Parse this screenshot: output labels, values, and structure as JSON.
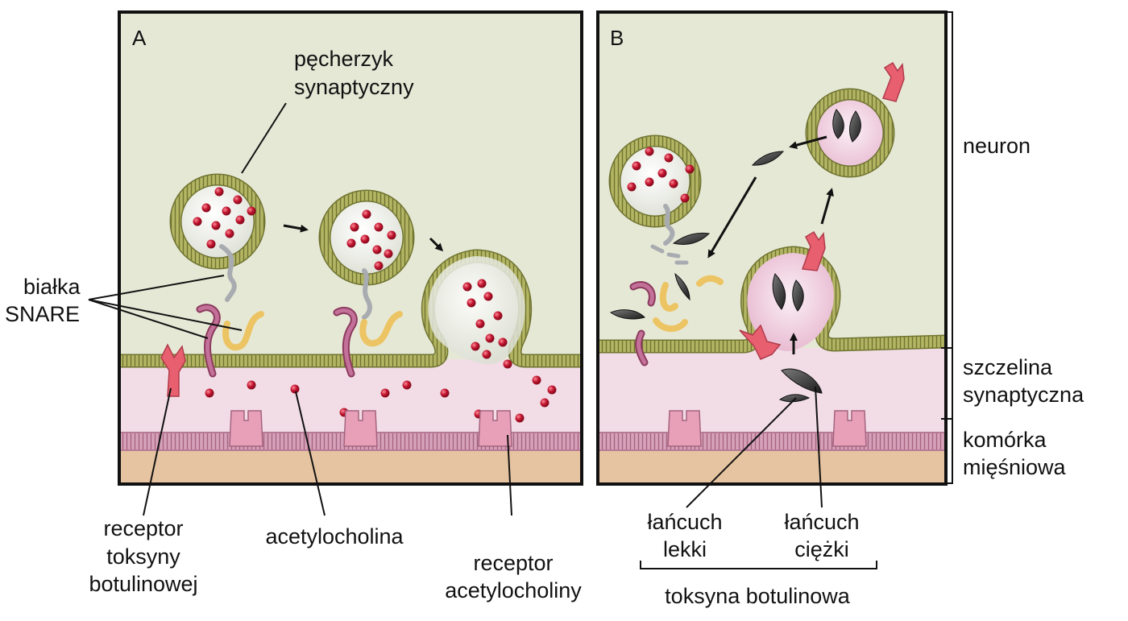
{
  "panels": {
    "a": {
      "letter": "A"
    },
    "b": {
      "letter": "B"
    }
  },
  "labels": {
    "vesicle": [
      "pęcherzyk",
      "synaptyczny"
    ],
    "snare": [
      "białka",
      "SNARE"
    ],
    "toxin_receptor": [
      "receptor",
      "toksyny",
      "botulinowej"
    ],
    "acetylcholine": "acetylocholina",
    "ach_receptor": [
      "receptor",
      "acetylocholiny"
    ],
    "light_chain": [
      "łańcuch",
      "lekki"
    ],
    "heavy_chain": [
      "łańcuch",
      "ciężki"
    ],
    "toxin": "toksyna botulinowa",
    "neuron": "neuron",
    "cleft": [
      "szczelina",
      "synaptyczna"
    ],
    "muscle": [
      "komórka",
      "mięśniowa"
    ]
  },
  "colors": {
    "neuron_bg": "#e6e8d6",
    "cleft_bg": "#f2dde6",
    "muscle_bg": "#e7c4a1",
    "membrane": "#a3a552",
    "muscle_membrane": "#c98ea9",
    "acetylcholine": "#c0152f",
    "receptor": "#e8a0b8",
    "toxin_receptor": "#e86070",
    "toxin": "#3c3c3c",
    "snare_pink": "#b85a82",
    "snare_yellow": "#ecc463",
    "snare_grey": "#a8acb0"
  }
}
